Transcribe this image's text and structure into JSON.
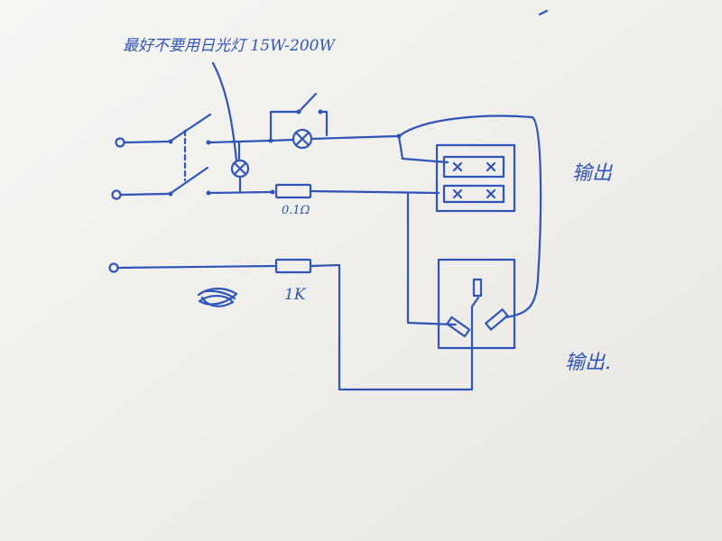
{
  "annotations": {
    "top_note": "最好不要用日光灯 15W-200W",
    "resistor_small": "0.1Ω",
    "resistor_large": "1K",
    "output_upper": "输出",
    "output_lower": "输出."
  },
  "colors": {
    "paper": "#f1f0ec",
    "ink": "#2f55b8"
  }
}
